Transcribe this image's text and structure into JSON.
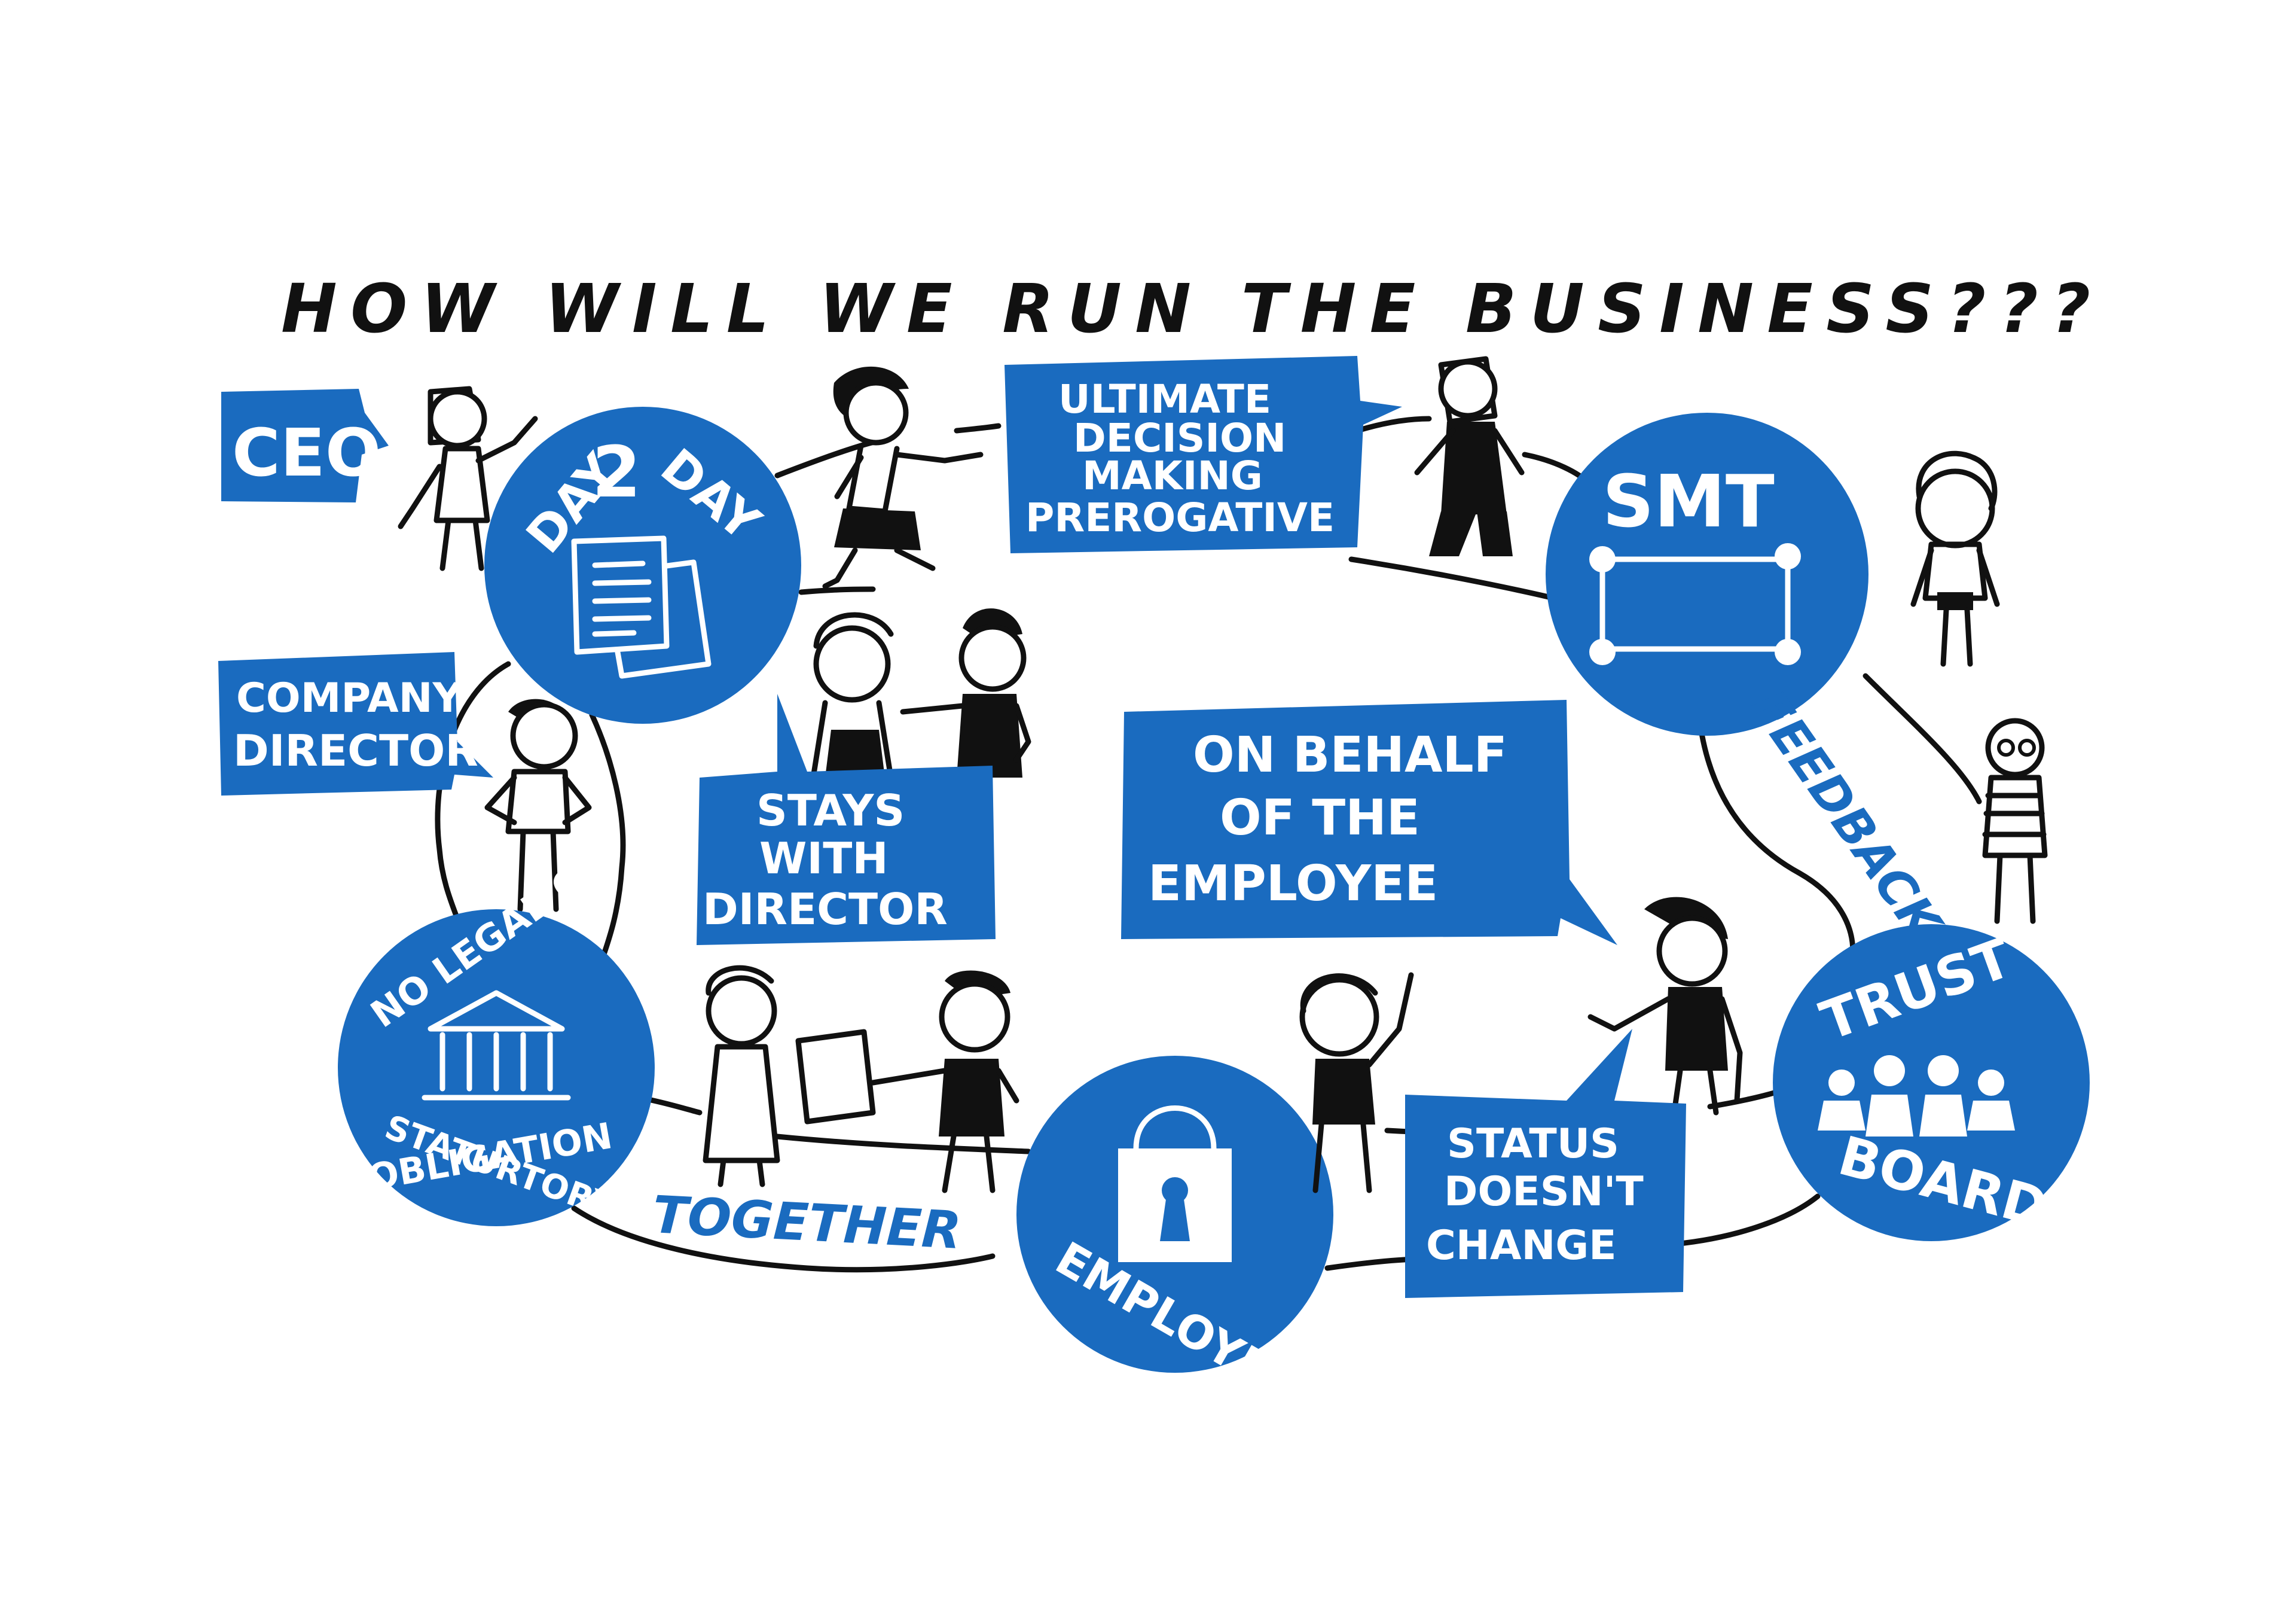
{
  "title": "HOW WILL WE RUN THE BUSINESS???",
  "colors": {
    "accent": "#1a6bbf",
    "ink": "#111111",
    "background": "#ffffff"
  },
  "labels": {
    "ceo": "CEO",
    "company_directors": [
      "COMPANY",
      "DIRECTORS"
    ],
    "day2day": {
      "left": "DAY",
      "middle": "2",
      "right": "DAY"
    },
    "ultimate": [
      "ULTIMATE",
      "DECISION",
      "MAKING",
      "PREROGATIVE"
    ],
    "smt": "SMT",
    "stays": [
      "STAYS",
      "WITH",
      "DIRECTOR"
    ],
    "behalf": [
      "ON BEHALF",
      "OF THE",
      "EMPLOYEE"
    ],
    "feedback": "FEEDBACK",
    "no_legal": {
      "top": "NO LEGAL OR",
      "bottom1": "STATURTORY",
      "bottom2": "OBLIGATION"
    },
    "together": "TOGETHER",
    "employee": "EMPLOYEE",
    "status": [
      "STATUS",
      "DOESN'T",
      "CHANGE"
    ],
    "trust": {
      "top": "TRUST",
      "bottom": "BOARD"
    }
  },
  "icons": [
    "documents-icon",
    "org-chart-icon",
    "courthouse-icon",
    "padlock-icon",
    "people-group-icon"
  ]
}
